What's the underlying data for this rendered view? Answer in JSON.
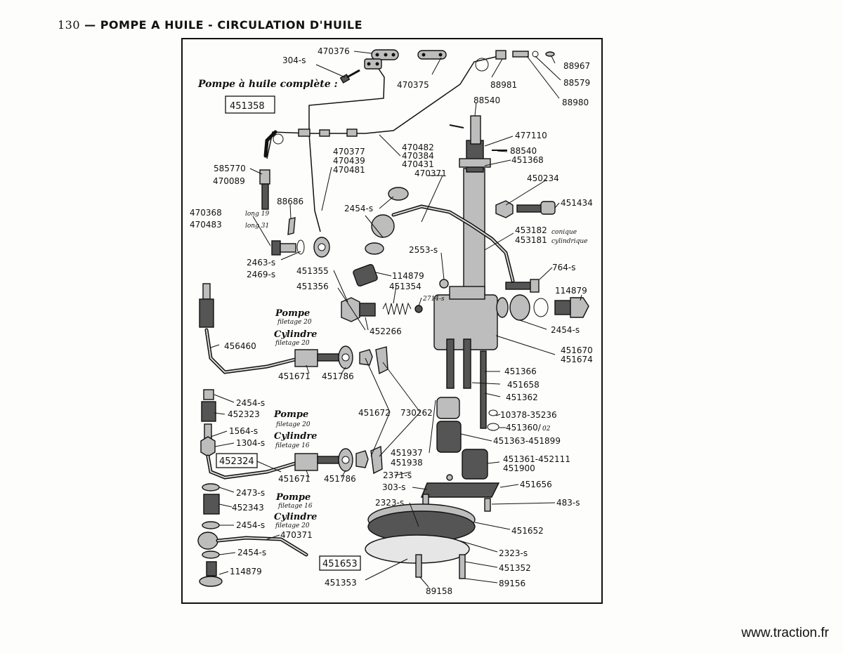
{
  "header": {
    "page_number": "130",
    "title": "— POMPE A HUILE - CIRCULATION D'HUILE"
  },
  "footer": {
    "website": "www.traction.fr"
  },
  "annotations": {
    "complete_pump_title": "Pompe à huile complète :",
    "complete_pump_ref": "451358",
    "pompe": "Pompe",
    "cylindre": "Cylindre",
    "filetage_20": "filetage 20",
    "filetage_16": "filetage 16",
    "conique": "conique",
    "cylindrique": "cylindrique",
    "long19": "long 19",
    "long31": "long 31"
  },
  "labels": {
    "p470376": "470376",
    "p304s": "304-s",
    "p470375": "470375",
    "p88981": "88981",
    "p88967": "88967",
    "p88579": "88579",
    "p88980": "88980",
    "p88540a": "88540",
    "p477110": "477110",
    "p88540b": "88540",
    "p451368": "451368",
    "p470482": "470482",
    "p470384": "470384",
    "p470431": "470431",
    "p470371a": "470371",
    "p470377": "470377",
    "p470439": "470439",
    "p470481": "470481",
    "p585770": "585770",
    "p470089": "470089",
    "p88686": "88686",
    "p470368": "470368",
    "p470483": "470483",
    "p2463s": "2463-s",
    "p2469s": "2469-s",
    "p2454s_a": "2454-s",
    "p450234": "450234",
    "p451434": "451434",
    "p453182": "453182",
    "p453181": "453181",
    "p2553s": "2553-s",
    "p114879a": "114879",
    "p451355": "451355",
    "p451356": "451356",
    "p451354": "451354",
    "p2714s": "2714-s",
    "p764s": "764-s",
    "p114879b": "114879",
    "p452266": "452266",
    "p2454s_b": "2454-s",
    "p451670": "451670",
    "p451674": "451674",
    "p456460": "456460",
    "p451671a": "451671",
    "p451786a": "451786",
    "p451366": "451366",
    "p451658": "451658",
    "p451362": "451362",
    "p2454s_c": "2454-s",
    "p452323": "452323",
    "p451672": "451672",
    "p730262": "730262",
    "p10378": "10378-35236",
    "p451360": "451360/",
    "p451360_sub": "02",
    "p1564s": "1564-s",
    "p1304s": "1304-s",
    "p451363": "451363-451899",
    "p452324": "452324",
    "p451937": "451937",
    "p451938": "451938",
    "p451361": "451361-452111",
    "p451900": "451900",
    "p451671b": "451671",
    "p451786b": "451786",
    "p2371s": "2371-s",
    "p303s": "303-s",
    "p451656": "451656",
    "p2473s": "2473-s",
    "p452343": "452343",
    "p2323s_a": "2323-s",
    "p483s": "483-s",
    "p2454s_d": "2454-s",
    "p451652": "451652",
    "p470371b": "470371",
    "p2323s_b": "2323-s",
    "p2454s_e": "2454-s",
    "p451653": "451653",
    "p451352": "451352",
    "p114879c": "114879",
    "p451353": "451353",
    "p89156": "89156",
    "p89158": "89158"
  }
}
